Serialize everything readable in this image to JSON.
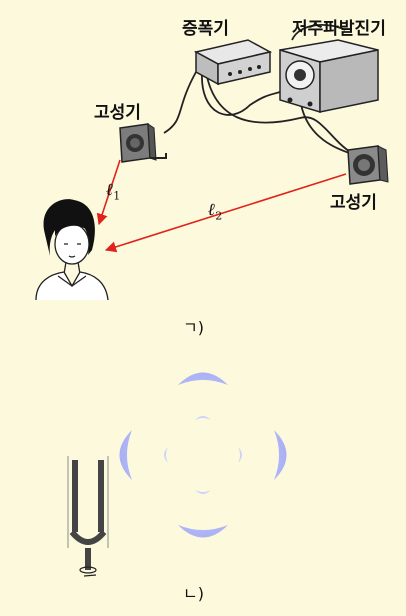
{
  "labels": {
    "amplifier": "증폭기",
    "oscillator": "저주파발진기",
    "speaker_left": "고성기",
    "speaker_right": "고성기",
    "l1": "ℓ",
    "l1_sub": "1",
    "l2": "ℓ",
    "l2_sub": "2",
    "caption_a": "ㄱ)",
    "caption_b": "ㄴ)"
  },
  "colors": {
    "background": "#fdf9dd",
    "arrow": "#e0241b",
    "wave": "#8a94ee"
  }
}
